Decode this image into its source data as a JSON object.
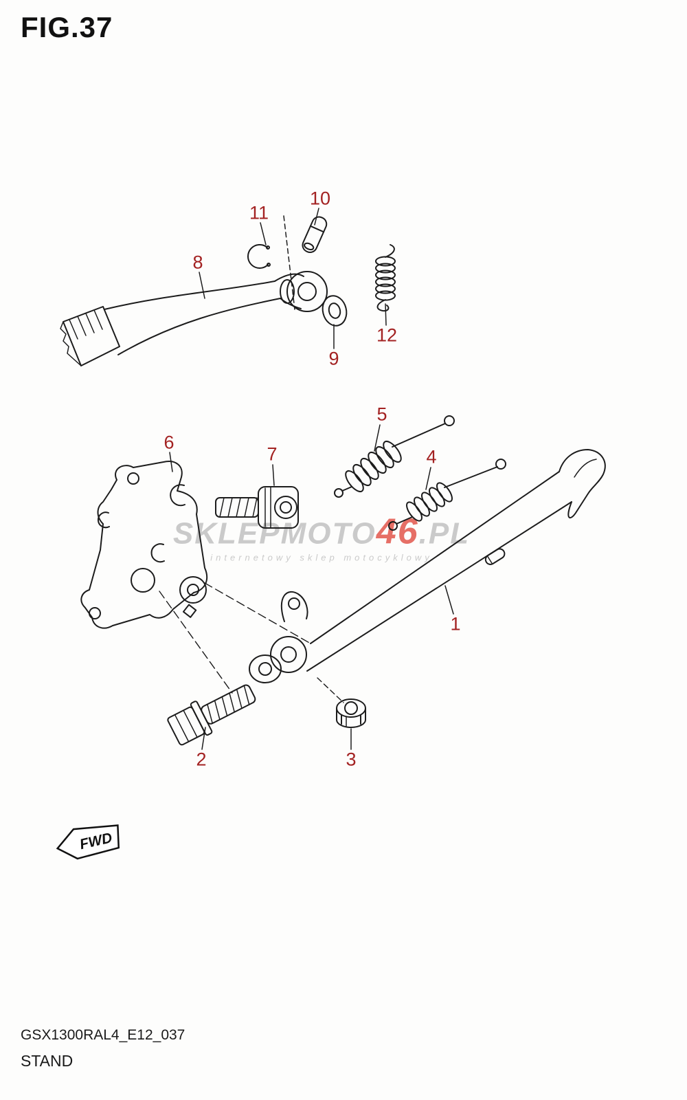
{
  "title": "FIG.37",
  "footer": {
    "code": "GSX1300RAL4_E12_037",
    "name": "STAND"
  },
  "watermark": {
    "part1": "SKLEPMOTO",
    "part2": "46",
    "part3": ".PL",
    "tagline": "internetowy sklep motocyklowy"
  },
  "fwd_label": "FWD",
  "colors": {
    "label_color": "#a32222",
    "line_color": "#1c1c1c",
    "watermark_gray": "#c2c2c2",
    "watermark_red": "#e2574c"
  },
  "parts": [
    {
      "number": "1"
    },
    {
      "number": "2"
    },
    {
      "number": "3"
    },
    {
      "number": "4"
    },
    {
      "number": "5"
    },
    {
      "number": "6"
    },
    {
      "number": "7"
    },
    {
      "number": "8"
    },
    {
      "number": "9"
    },
    {
      "number": "10"
    },
    {
      "number": "11"
    },
    {
      "number": "12"
    }
  ]
}
